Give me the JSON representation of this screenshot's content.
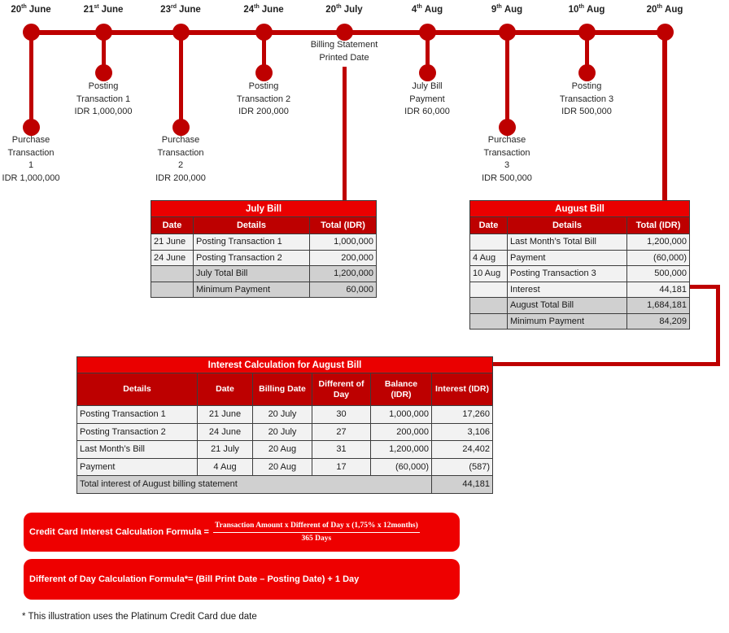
{
  "timeline": {
    "events": [
      {
        "day": "20",
        "ordinal": "th",
        "month": "June",
        "lines": [
          "Purchase",
          "Transaction",
          "1",
          "IDR 1,000,000"
        ]
      },
      {
        "day": "21",
        "ordinal": "st",
        "month": "June",
        "lines": [
          "Posting",
          "Transaction 1",
          "IDR 1,000,000"
        ]
      },
      {
        "day": "23",
        "ordinal": "rd",
        "month": "June",
        "lines": [
          "Purchase",
          "Transaction",
          "2",
          "IDR 200,000"
        ]
      },
      {
        "day": "24",
        "ordinal": "th",
        "month": "June",
        "lines": [
          "Posting",
          "Transaction 2",
          "IDR 200,000"
        ]
      },
      {
        "day": "20",
        "ordinal": "th",
        "month": "July",
        "lines": [
          "Billing Statement",
          "Printed Date"
        ]
      },
      {
        "day": "4",
        "ordinal": "th",
        "month": "Aug",
        "lines": [
          "July Bill",
          "Payment",
          "IDR 60,000"
        ]
      },
      {
        "day": "9",
        "ordinal": "th",
        "month": "Aug",
        "lines": [
          "Purchase",
          "Transaction",
          "3",
          "IDR 500,000"
        ]
      },
      {
        "day": "10",
        "ordinal": "th",
        "month": "Aug",
        "lines": [
          "Posting",
          "Transaction 3",
          "IDR 500,000"
        ]
      },
      {
        "day": "20",
        "ordinal": "th",
        "month": "Aug",
        "lines": []
      }
    ]
  },
  "july_bill": {
    "title": "July Bill",
    "headers": [
      "Date",
      "Details",
      "Total (IDR)"
    ],
    "rows": [
      [
        "21 June",
        "Posting Transaction 1",
        "1,000,000"
      ],
      [
        "24 June",
        "Posting Transaction 2",
        "200,000"
      ],
      [
        "",
        "July Total Bill",
        "1,200,000"
      ],
      [
        "",
        "Minimum Payment",
        "60,000"
      ]
    ]
  },
  "august_bill": {
    "title": "August Bill",
    "headers": [
      "Date",
      "Details",
      "Total (IDR)"
    ],
    "rows": [
      [
        "",
        "Last Month’s Total Bill",
        "1,200,000"
      ],
      [
        "4 Aug",
        "Payment",
        "(60,000)"
      ],
      [
        "10 Aug",
        "Posting Transaction 3",
        "500,000"
      ],
      [
        "",
        "Interest",
        "44,181"
      ],
      [
        "",
        "August Total Bill",
        "1,684,181"
      ],
      [
        "",
        "Minimum Payment",
        "84,209"
      ]
    ]
  },
  "interest_table": {
    "title": "Interest Calculation for August Bill",
    "headers": [
      "Details",
      "Date",
      "Billing Date",
      "Different of Day",
      "Balance (IDR)",
      "Interest (IDR)"
    ],
    "rows": [
      [
        "Posting Transaction 1",
        "21 June",
        "20 July",
        "30",
        "1,000,000",
        "17,260"
      ],
      [
        "Posting Transaction 2",
        "24 June",
        "20 July",
        "27",
        "200,000",
        "3,106"
      ],
      [
        "Last Month’s Bill",
        "21 July",
        "20 Aug",
        "31",
        "1,200,000",
        "24,402"
      ],
      [
        "Payment",
        "4 Aug",
        "20 Aug",
        "17",
        "(60,000)",
        "(587)"
      ]
    ],
    "total_label": "Total interest of August billing statement",
    "total_value": "44,181"
  },
  "formulas": {
    "interest_label": "Credit Card Interest Calculation Formula =",
    "interest_numerator": "Transaction Amount x Different of Day x (1,75% x 12months)",
    "interest_denominator": "365 Days",
    "day_formula": "Different of Day Calculation Formula*= (Bill Print Date – Posting Date) + 1 Day"
  },
  "footnote": "* This illustration uses the Platinum Credit Card due date",
  "colors": {
    "dark_red": "#BE0000",
    "bright_red": "#EA0000",
    "row_light": "#F2F2F2",
    "row_gray": "#D0D0D0"
  }
}
